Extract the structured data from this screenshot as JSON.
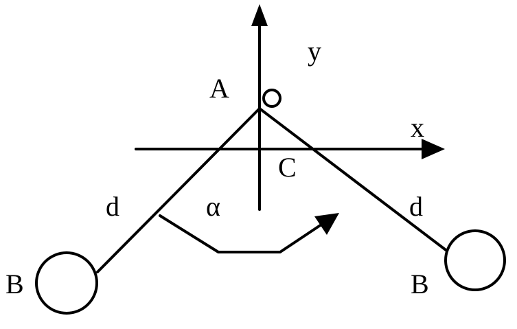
{
  "labels": {
    "y_axis": "y",
    "x_axis": "x",
    "point_a": "A",
    "point_c": "C",
    "length_left": "d",
    "length_right": "d",
    "angle": "α",
    "mass_left": "B",
    "mass_right": "B"
  }
}
